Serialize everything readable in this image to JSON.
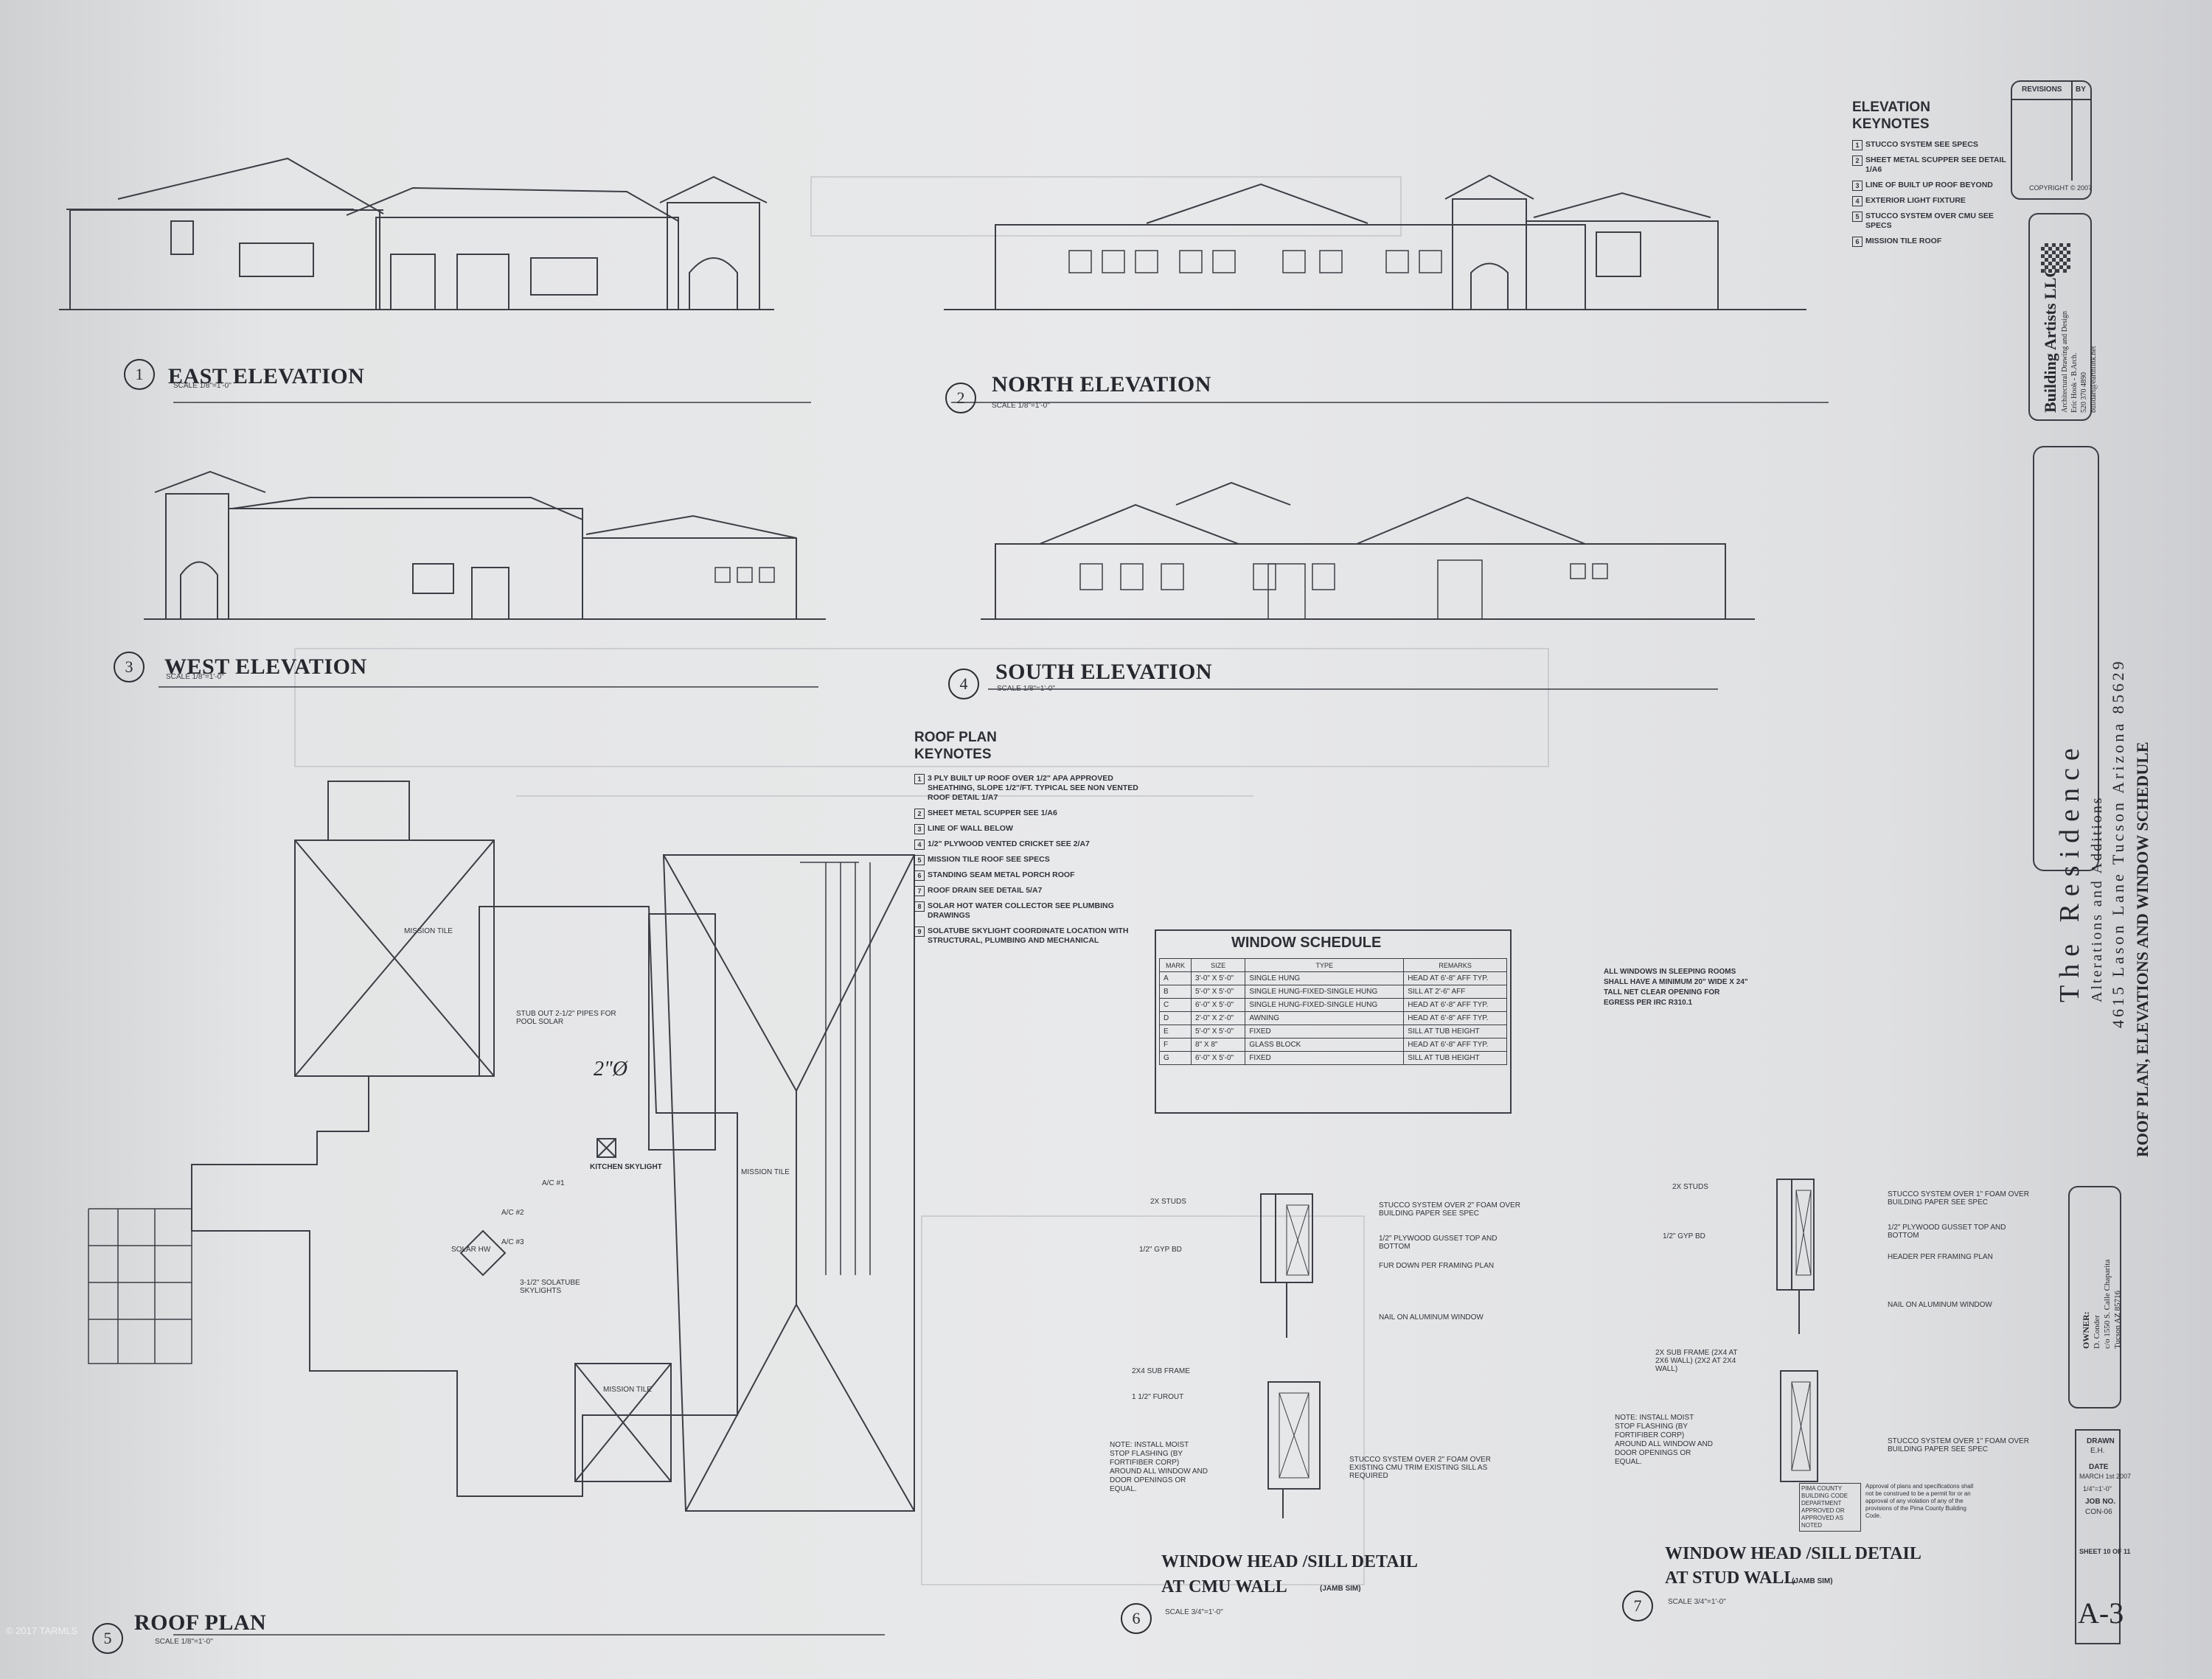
{
  "elevations": [
    {
      "num": "1",
      "title": "EAST ELEVATION",
      "scale": "SCALE 1/8\"=1'-0\""
    },
    {
      "num": "2",
      "title": "NORTH ELEVATION",
      "scale": "SCALE 1/8\"=1'-0\""
    },
    {
      "num": "3",
      "title": "WEST ELEVATION",
      "scale": "SCALE 1/8\"=1'-0\""
    },
    {
      "num": "4",
      "title": "SOUTH ELEVATION",
      "scale": "SCALE 1/8\"=1'-0\""
    }
  ],
  "elevation_keynotes": {
    "title_line1": "ELEVATION",
    "title_line2": "KEYNOTES",
    "items": [
      "STUCCO SYSTEM SEE SPECS",
      "SHEET METAL SCUPPER SEE DETAIL 1/A6",
      "LINE OF BUILT UP ROOF BEYOND",
      "EXTERIOR LIGHT FIXTURE",
      "STUCCO SYSTEM OVER CMU SEE SPECS",
      "MISSION TILE ROOF"
    ]
  },
  "roof_keynotes": {
    "title_line1": "ROOF PLAN",
    "title_line2": "KEYNOTES",
    "items": [
      "3 PLY BUILT UP ROOF OVER 1/2\" APA APPROVED SHEATHING, SLOPE 1/2\"/FT. TYPICAL SEE NON VENTED ROOF DETAIL 1/A7",
      "SHEET METAL SCUPPER SEE 1/A6",
      "LINE OF WALL BELOW",
      "1/2\" PLYWOOD VENTED CRICKET SEE 2/A7",
      "MISSION TILE ROOF SEE SPECS",
      "STANDING SEAM METAL PORCH ROOF",
      "ROOF DRAIN SEE DETAIL 5/A7",
      "SOLAR HOT WATER COLLECTOR SEE PLUMBING DRAWINGS",
      "SOLATUBE SKYLIGHT COORDINATE LOCATION WITH STRUCTURAL, PLUMBING AND MECHANICAL"
    ]
  },
  "window_schedule": {
    "title": "WINDOW SCHEDULE",
    "headers": [
      "MARK",
      "SIZE",
      "TYPE",
      "REMARKS"
    ],
    "rows": [
      [
        "A",
        "3'-0\" X 5'-0\"",
        "SINGLE HUNG",
        "HEAD AT 6'-8\" AFF TYP."
      ],
      [
        "B",
        "5'-0\" X 5'-0\"",
        "SINGLE HUNG-FIXED-SINGLE HUNG",
        "SILL AT 2'-6\" AFF"
      ],
      [
        "C",
        "6'-0\" X 5'-0\"",
        "SINGLE HUNG-FIXED-SINGLE HUNG",
        "HEAD AT 6'-8\" AFF TYP."
      ],
      [
        "D",
        "2'-0\" X 2'-0\"",
        "AWNING",
        "HEAD AT 6'-8\" AFF TYP."
      ],
      [
        "E",
        "5'-0\" X 5'-0\"",
        "FIXED",
        "SILL AT TUB HEIGHT"
      ],
      [
        "F",
        "8\" X 8\"",
        "GLASS BLOCK",
        "HEAD AT 6'-8\" AFF TYP."
      ],
      [
        "G",
        "6'-0\" X 5'-0\"",
        "FIXED",
        "SILL AT TUB HEIGHT"
      ]
    ],
    "note": "ALL WINDOWS IN SLEEPING ROOMS SHALL HAVE A MINIMUM 20\" WIDE X 24\" TALL NET CLEAR OPENING FOR EGRESS PER IRC R310.1"
  },
  "roof_plan": {
    "num": "5",
    "title": "ROOF PLAN",
    "scale": "SCALE 1/8\"=1'-0\"",
    "labels": {
      "mission_tile": "MISSION TILE",
      "kitchen_skylight": "KITCHEN SKYLIGHT",
      "solar_hw": "SOLAR HW",
      "stub_out": "STUB OUT 2-1/2\" PIPES FOR POOL SOLAR",
      "solatube": "3-1/2\" SOLATUBE SKYLIGHTS",
      "ac1": "A/C #1",
      "ac2": "A/C #2",
      "ac3": "A/C #3",
      "handwritten": "2\"Ø"
    }
  },
  "detail_cmu": {
    "num": "6",
    "title_line1": "WINDOW HEAD /SILL DETAIL",
    "title_line2": "AT CMU WALL",
    "jamb": "(JAMB SIM)",
    "scale": "SCALE 3/4\"=1'-0\"",
    "callouts": [
      "2X STUDS",
      "1/2\" GYP BD",
      "STUCCO SYSTEM OVER 2\" FOAM OVER BUILDING PAPER SEE SPEC",
      "1/2\" PLYWOOD GUSSET TOP AND BOTTOM",
      "FUR DOWN PER FRAMING PLAN",
      "NAIL ON ALUMINUM WINDOW",
      "2X4 SUB FRAME",
      "1 1/2\" FUROUT",
      "STUCCO SYSTEM OVER 2\" FOAM OVER EXISTING CMU TRIM EXISTING SILL AS REQUIRED"
    ],
    "note": "NOTE: INSTALL MOIST STOP FLASHING (BY FORTIFIBER CORP) AROUND ALL WINDOW AND DOOR OPENINGS OR EQUAL."
  },
  "detail_stud": {
    "num": "7",
    "title_line1": "WINDOW HEAD /SILL DETAIL",
    "title_line2": "AT STUD WALL",
    "jamb": "(JAMB SIM)",
    "scale": "SCALE 3/4\"=1'-0\"",
    "callouts": [
      "2X STUDS",
      "1/2\" GYP BD",
      "STUCCO SYSTEM OVER 1\" FOAM OVER BUILDING PAPER SEE SPEC",
      "1/2\" PLYWOOD GUSSET TOP AND BOTTOM",
      "HEADER PER FRAMING PLAN",
      "NAIL ON ALUMINUM WINDOW",
      "2X SUB FRAME (2X4 AT 2X6 WALL) (2X2 AT 2X4 WALL)",
      "STUCCO SYSTEM OVER 1\" FOAM OVER BUILDING PAPER SEE SPEC"
    ],
    "note": "NOTE: INSTALL MOIST STOP FLASHING (BY FORTIFIBER CORP) AROUND ALL WINDOW AND DOOR OPENINGS OR EQUAL."
  },
  "title_block": {
    "revisions": "REVISIONS",
    "by": "BY",
    "copyright": "COPYRIGHT © 2007",
    "firm_name": "Building Artists LLC",
    "firm_lines": [
      "Architectural Drawing and Design",
      "Eric Hook - B.Arch.",
      "520 370 4890",
      "buildart@earthlink.net"
    ],
    "project_title": "The Residence",
    "project_sub": "Alterations and Additions",
    "address": "4615 Lason Lane Tucson Arizona 85629",
    "sheet_desc": "ROOF PLAN, ELEVATIONS AND WINDOW SCHEDULE",
    "owner_label": "OWNER:",
    "owner_lines": [
      "D. Conder",
      "c/o 1550 S. Calle Chaparita",
      "Tucson AZ 85716"
    ],
    "drawn_label": "DRAWN",
    "drawn": "E.H.",
    "date_label": "DATE",
    "date": "MARCH 1st 2007",
    "scale": "1/4\"=1'-0\"",
    "job_label": "JOB NO.",
    "job": "CON-06",
    "sheet_of": "SHEET 10 OF 11",
    "sheet_num": "A-3",
    "approval": "Approval of plans and specifications shall not be construed to be a permit for or an approval of any violation of any of the provisions of the Pima County Building Code.",
    "approval_stamp": "PIMA COUNTY BUILDING CODE DEPARTMENT APPROVED OR APPROVED AS NOTED"
  },
  "watermark": "© 2017 TARMLS"
}
